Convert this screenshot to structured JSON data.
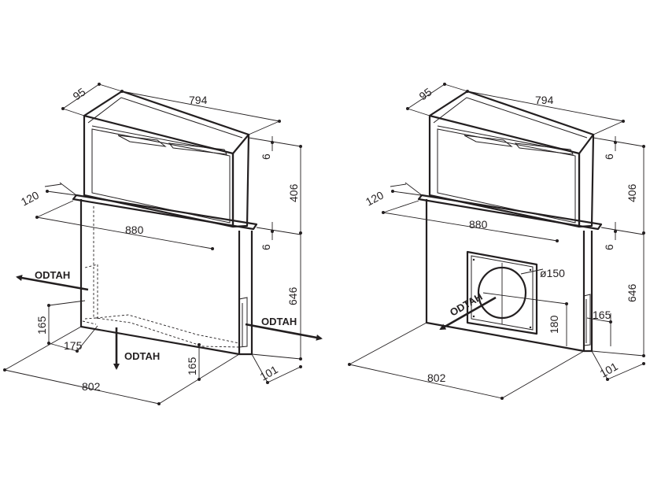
{
  "left": {
    "dims": {
      "depth_top": "95",
      "width_top": "794",
      "gap_top": "6",
      "height_upper": "406",
      "flange": "120",
      "width_mid": "880",
      "gap_mid": "6",
      "height_lower": "646",
      "base_height": "165",
      "base_offset": "175",
      "outlet_height": "165",
      "width_bottom": "802",
      "depth_bottom": "101"
    },
    "labels": {
      "outlet_left": "ODTAH",
      "outlet_right": "ODTAH",
      "outlet_down": "ODTAH"
    }
  },
  "right": {
    "dims": {
      "depth_top": "95",
      "width_top": "794",
      "gap_top": "6",
      "height_upper": "406",
      "flange": "120",
      "width_mid": "880",
      "gap_mid": "6",
      "height_lower": "646",
      "diameter": "ø150",
      "center_height": "180",
      "side_offset": "165",
      "width_bottom": "802",
      "depth_bottom": "101"
    },
    "labels": {
      "outlet": "ODTAH"
    }
  }
}
